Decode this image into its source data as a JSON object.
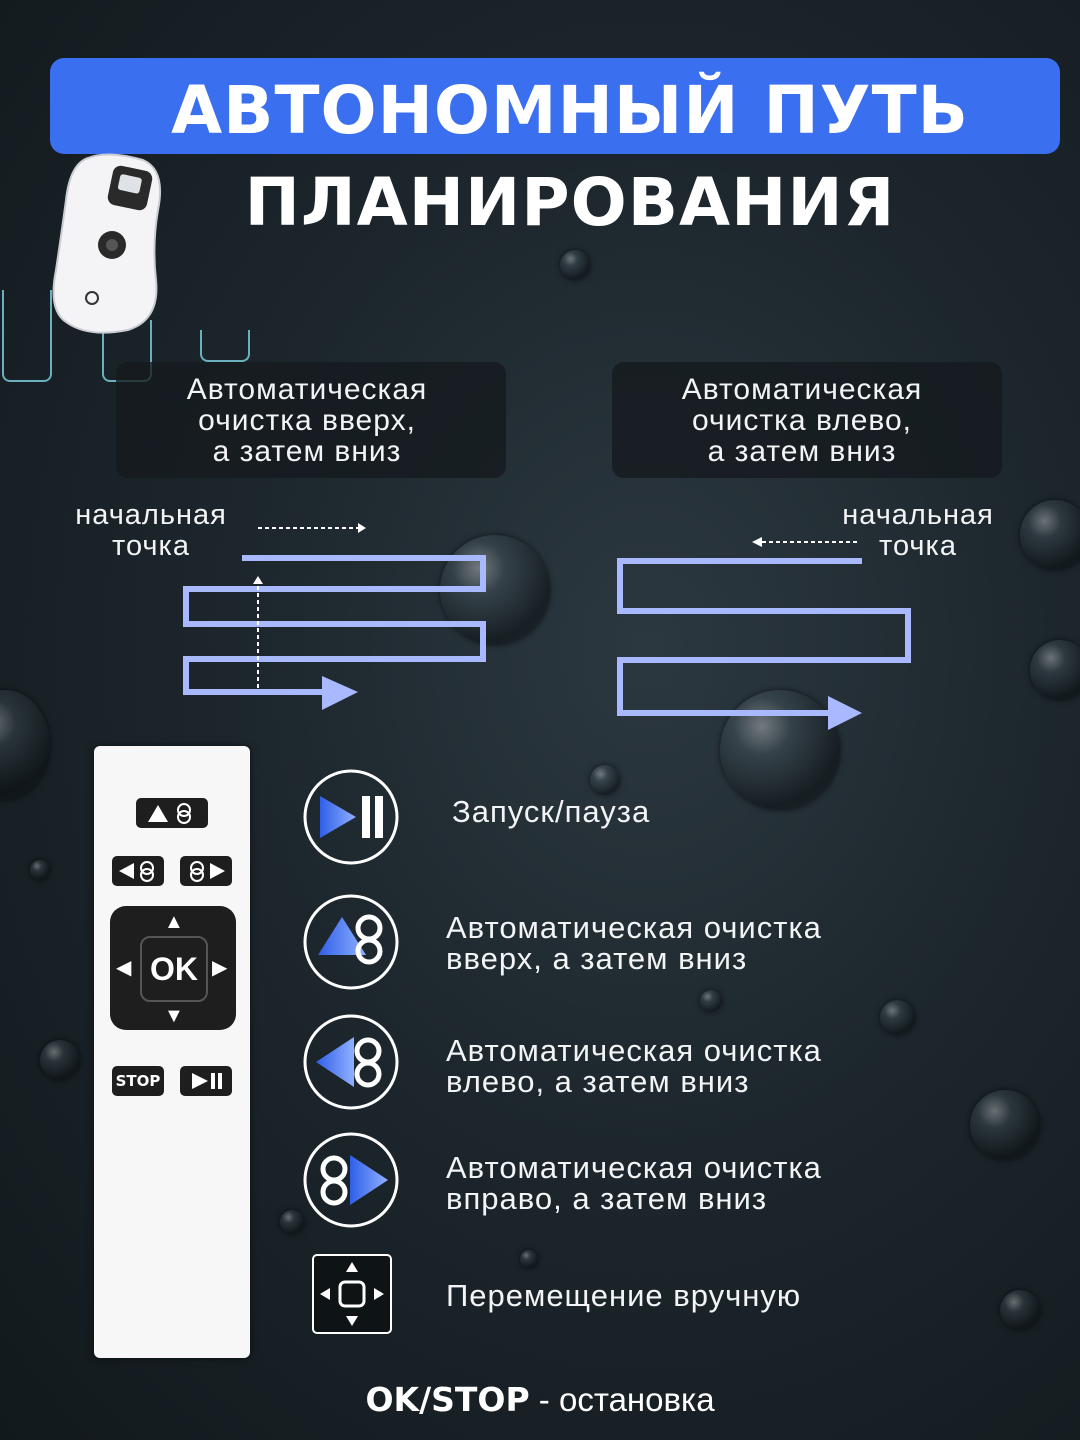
{
  "title": {
    "line1": "АВТОНОМНЫЙ ПУТЬ",
    "line2": "ПЛАНИРОВАНИЯ",
    "banner_color": "#3a6ff0"
  },
  "modes": [
    {
      "caption": "Автоматическая\nочистка вверх,\nа затем вниз",
      "start_label": "начальная\nточка"
    },
    {
      "caption": "Автоматическая\nочистка влево,\nа затем вниз",
      "start_label": "начальная\nточка"
    }
  ],
  "path_color": "#a9b9ff",
  "remote": {
    "ok_label": "OK",
    "stop_label": "STOP"
  },
  "legend": [
    {
      "icon": "play-pause-icon",
      "text": "Запуск/пауза"
    },
    {
      "icon": "clean-up-down-icon",
      "text": "Автоматическая очистка\nвверх, а затем вниз"
    },
    {
      "icon": "clean-left-down-icon",
      "text": "Автоматическая очистка\nвлево, а затем вниз"
    },
    {
      "icon": "clean-right-down-icon",
      "text": "Автоматическая очистка\nвправо, а затем вниз"
    },
    {
      "icon": "manual-move-icon",
      "text": "Перемещение вручную"
    }
  ],
  "footer": {
    "bold": "OK/STOP",
    "rest": " - остановка"
  }
}
